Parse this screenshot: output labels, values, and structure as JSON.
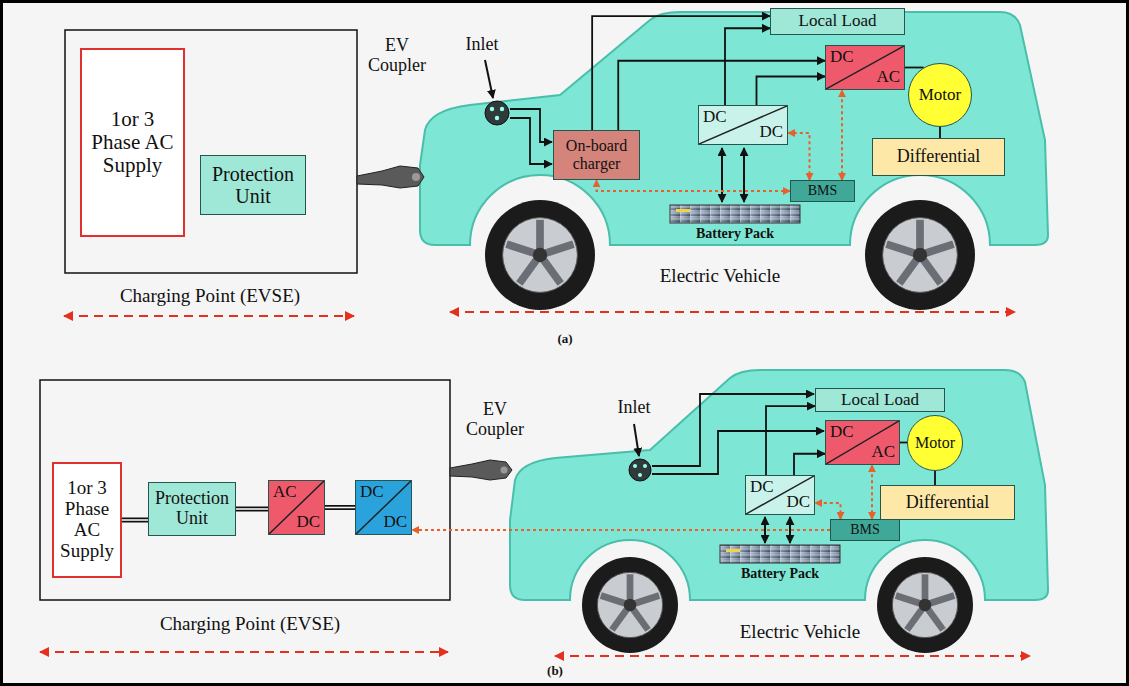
{
  "diagram": {
    "nodes": [
      {
        "text": [
          "1or 3 Phase AC Supply"
        ]
      },
      {
        "text": [
          "Protection Unit"
        ]
      },
      {
        "text": [
          "On-board charger"
        ]
      },
      {
        "text": [
          "Local Load"
        ]
      },
      {
        "text": [
          "DC",
          "DC"
        ]
      },
      {
        "text": [
          "DC",
          "AC"
        ]
      },
      {
        "text": [
          "Motor"
        ]
      },
      {
        "text": [
          "Differential"
        ]
      },
      {
        "text": [
          "BMS"
        ]
      },
      {
        "text": [
          "1or 3 Phase AC Supply"
        ]
      },
      {
        "text": [
          "Protection Unit"
        ]
      },
      {
        "text": [
          "AC",
          "DC"
        ]
      },
      {
        "text": [
          "DC",
          "DC"
        ]
      },
      {
        "text": [
          "Local Load"
        ]
      },
      {
        "text": [
          "DC",
          "DC"
        ]
      },
      {
        "text": [
          "DC",
          "AC"
        ]
      },
      {
        "text": [
          "Motor"
        ]
      },
      {
        "text": [
          "Differential"
        ]
      },
      {
        "text": [
          "BMS"
        ]
      }
    ],
    "edges": [
      {
        "from": 2,
        "to": 3,
        "arrow": "to"
      },
      {
        "from": 2,
        "to": 5,
        "arrow": "to"
      },
      {
        "from": 4,
        "to": 3,
        "arrow": "to"
      },
      {
        "from": 4,
        "to": 5,
        "arrow": "to"
      },
      {
        "from": 5,
        "to": 6,
        "arrow": "none"
      },
      {
        "from": 6,
        "to": 7,
        "arrow": "none"
      },
      {
        "from": 8,
        "to": 2,
        "arrow": "both"
      },
      {
        "from": 8,
        "to": 4,
        "arrow": "both"
      },
      {
        "from": 8,
        "to": 5,
        "arrow": "both"
      },
      {
        "from": 9,
        "to": 10,
        "arrow": "none"
      },
      {
        "from": 10,
        "to": 11,
        "arrow": "none"
      },
      {
        "from": 11,
        "to": 12,
        "arrow": "none"
      },
      {
        "from": 18,
        "to": 12,
        "arrow": "to"
      },
      {
        "from": 14,
        "to": 13,
        "arrow": "to"
      },
      {
        "from": 14,
        "to": 15,
        "arrow": "to"
      },
      {
        "from": 15,
        "to": 16,
        "arrow": "none"
      },
      {
        "from": 16,
        "to": 17,
        "arrow": "none"
      },
      {
        "from": 18,
        "to": 14,
        "arrow": "both"
      },
      {
        "from": 18,
        "to": 15,
        "arrow": "both"
      }
    ],
    "labels": [
      "EV Coupler",
      "Inlet",
      "Battery Pack",
      "Charging Point (EVSE)",
      "Electric Vehicle",
      "(a)",
      "EV Coupler",
      "Inlet",
      "Battery Pack",
      "Charging Point (EVSE)",
      "Electric Vehicle",
      "(b)"
    ]
  }
}
